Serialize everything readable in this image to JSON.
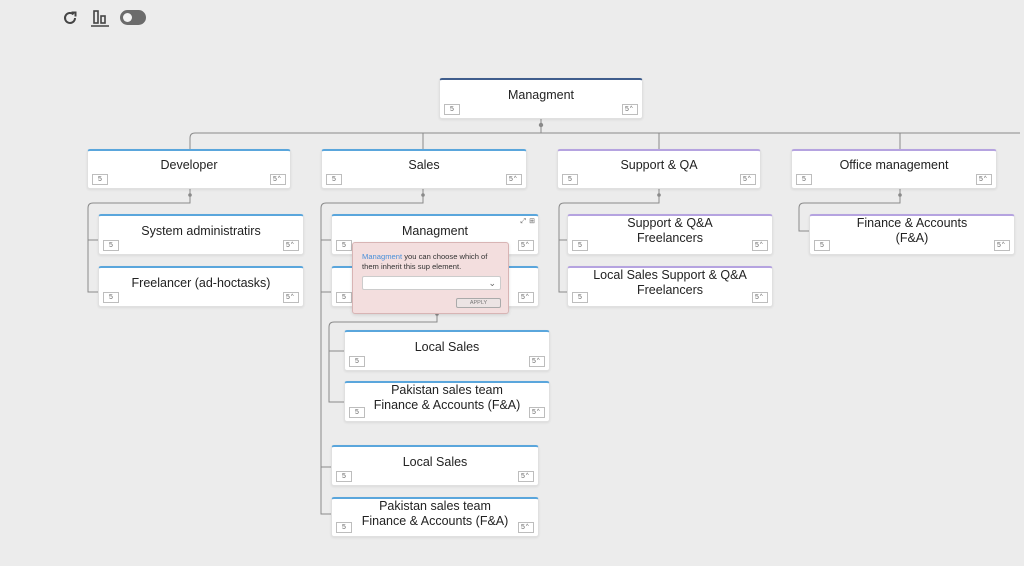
{
  "toolbar": {
    "refresh_icon": "refresh-icon",
    "align_icon": "align-bottom-icon",
    "toggle_icon": "toggle-switch"
  },
  "colors": {
    "accent_blue": "#5aa6dc",
    "accent_purple": "#b5a3e0",
    "root_accent": "#3f5d8c",
    "popup_bg": "#f3dede"
  },
  "nodes": {
    "root": {
      "title": "Managment",
      "left": "5",
      "right": "5"
    },
    "developer": {
      "title": "Developer",
      "left": "5",
      "right": "5"
    },
    "sales": {
      "title": "Sales",
      "left": "5",
      "right": "5"
    },
    "support": {
      "title": "Support & QA",
      "left": "5",
      "right": "5"
    },
    "office": {
      "title": "Office management",
      "left": "5",
      "right": "5"
    },
    "sysadmin": {
      "title": "System administratirs",
      "left": "5",
      "right": "5"
    },
    "freelancer": {
      "title": "Freelancer (ad-hoctasks)",
      "left": "5",
      "right": "5"
    },
    "sales_mgmt": {
      "title": "Managment",
      "left": "5",
      "right": "5"
    },
    "sales_second": {
      "title": "",
      "left": "5",
      "right": "5"
    },
    "local_sales_1": {
      "title": "Local Sales",
      "left": "5",
      "right": "5"
    },
    "pakistan_1": {
      "title": "Pakistan sales team\nFinance & Accounts (F&A)",
      "left": "5",
      "right": "5"
    },
    "local_sales_2": {
      "title": "Local Sales",
      "left": "5",
      "right": "5"
    },
    "pakistan_2": {
      "title": "Pakistan sales team\nFinance & Accounts (F&A)",
      "left": "5",
      "right": "5"
    },
    "support_freelancers": {
      "title": "Support & Q&A\nFreelancers",
      "left": "5",
      "right": "5"
    },
    "local_support": {
      "title": "Local Sales Support & Q&A\nFreelancers",
      "left": "5",
      "right": "5"
    },
    "finance": {
      "title": "Finance & Accounts\n(F&A)",
      "left": "5",
      "right": "5"
    }
  },
  "popup": {
    "highlight": "Managment",
    "message": " you can choose which of them inherit this sup element.",
    "select_value": "",
    "apply_label": "APPLY"
  }
}
